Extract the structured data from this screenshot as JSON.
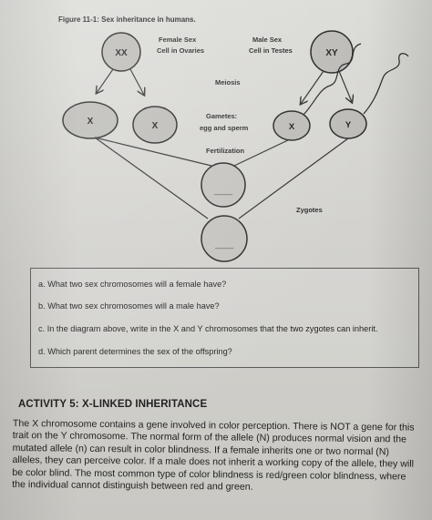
{
  "figure": {
    "title": "Figure 11-1: Sex inheritance in humans.",
    "female_parent": {
      "chromosomes": "XX",
      "label_line1": "Female Sex",
      "label_line2": "Cell in Ovaries"
    },
    "male_parent": {
      "chromosomes": "XY",
      "label_line1": "Male Sex",
      "label_line2": "Cell in Testes"
    },
    "meiosis_label": "Meiosis",
    "gametes_label_line1": "Gametes:",
    "gametes_label_line2": "egg and sperm",
    "fertilization_label": "Fertilization",
    "zygotes_label": "Zygotes",
    "egg_1": "X",
    "egg_2": "X",
    "sperm_1": "X",
    "sperm_2": "Y",
    "zygote_1_blank": "____",
    "zygote_2_blank": "____"
  },
  "questions": [
    "a. What two sex chromosomes will a female have?",
    "b. What two sex chromosomes will a male have?",
    "c. In the diagram above, write in the X and Y chromosomes that the two zygotes can inherit.",
    "d. Which parent determines the sex of the offspring?"
  ],
  "activity": {
    "title": "ACTIVITY 5: X-LINKED INHERITANCE",
    "paragraph_lines": [
      "The X chromosome contains a gene involved in color perception. There is NOT a gene for this",
      "trait on the Y chromosome. The normal form of the allele (N) produces normal vision and the",
      "mutated allele (n) can result in color blindness. If a female inherits one or two normal (N)",
      "alleles, they can perceive color. If a male does not inherit a working copy of the allele, they will",
      "be color blind. The most common type of color blindness is red/green color blindness, where",
      "the individual cannot distinguish between red and green."
    ]
  }
}
